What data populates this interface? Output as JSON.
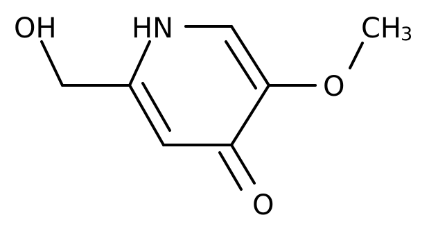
{
  "molecule": {
    "atoms": {
      "hydroxyl": "OH",
      "nitrogen": "HN",
      "methoxy_oxygen": "O",
      "methyl_c": "CH",
      "methyl_sub": "3",
      "carbonyl_oxygen": "O"
    },
    "line_color": "#000000",
    "background": "#ffffff"
  }
}
